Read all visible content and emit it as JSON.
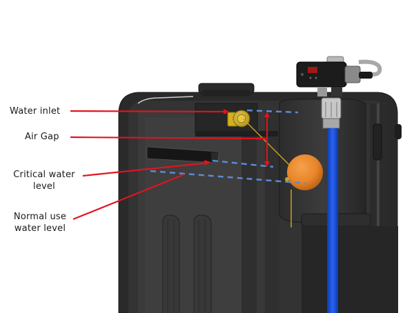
{
  "diagram": {
    "subject": "Water tank cutaway with float valve, air gap and pump",
    "labels": {
      "water_inlet": "Water inlet",
      "air_gap": "Air Gap",
      "critical_water_level_line1": "Critical water",
      "critical_water_level_line2": "level",
      "normal_use_water_level_line1": "Normal use",
      "normal_use_water_level_line2": "water level"
    },
    "colors": {
      "leader_line": "#e0141e",
      "level_dash": "#5b8bd6",
      "tank_body": "#3a3a3a",
      "tank_dark": "#262626",
      "float_ball": "#e8862a",
      "inlet_fitting": "#d9b92a",
      "blue_pipe": "#1a4fd6",
      "float_arm": "#c9a227"
    }
  }
}
